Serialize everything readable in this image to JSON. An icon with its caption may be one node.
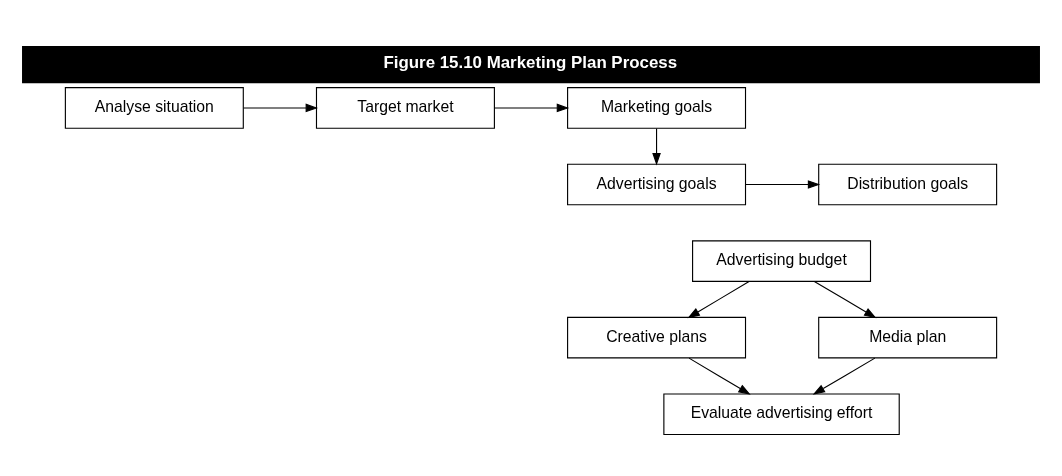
{
  "diagram": {
    "title": "Figure 15.10 Marketing Plan Process",
    "nodes": [
      {
        "text": [
          "Analyse situation"
        ]
      },
      {
        "text": [
          "Target market"
        ]
      },
      {
        "text": [
          "Marketing goals"
        ]
      },
      {
        "text": [
          "Distribution goals"
        ]
      },
      {
        "text": [
          "Advertising goals"
        ]
      },
      {
        "text": [
          "Advertising budget"
        ]
      },
      {
        "text": [
          "Creative plans"
        ]
      },
      {
        "text": [
          "Media plan"
        ]
      },
      {
        "text": [
          "Evaluate advertising effort"
        ]
      }
    ],
    "edges": [
      {
        "from": 0,
        "to": 1,
        "arrow": "to"
      },
      {
        "from": 1,
        "to": 2,
        "arrow": "to"
      },
      {
        "from": 2,
        "to": 4,
        "arrow": "to"
      },
      {
        "from": 4,
        "to": 3,
        "arrow": "to"
      },
      {
        "from": 5,
        "to": 6,
        "arrow": "to"
      },
      {
        "from": 5,
        "to": 7,
        "arrow": "to"
      },
      {
        "from": 6,
        "to": 8,
        "arrow": "to"
      },
      {
        "from": 7,
        "to": 8,
        "arrow": "to"
      }
    ]
  }
}
